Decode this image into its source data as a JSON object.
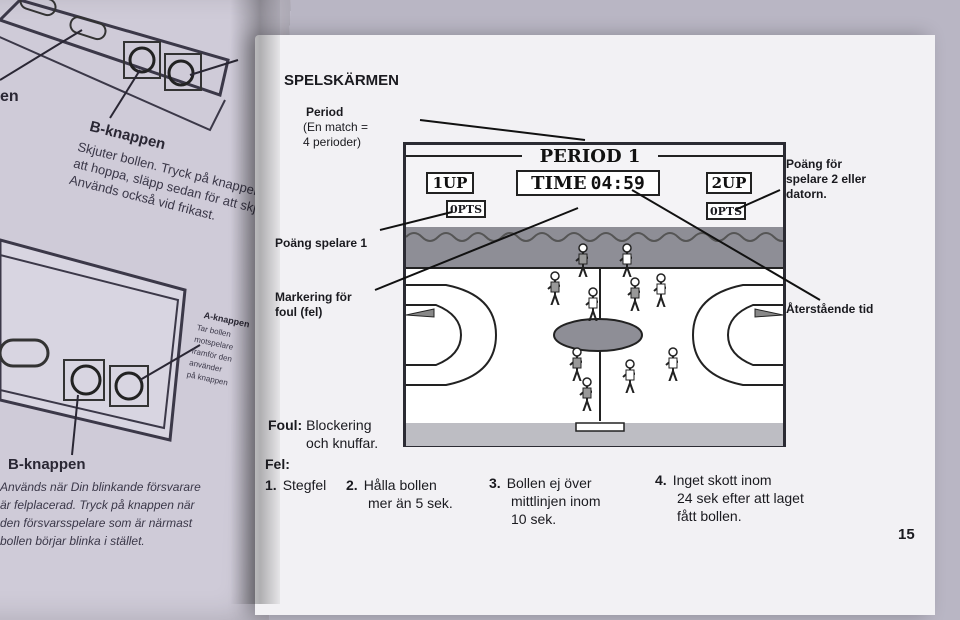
{
  "left_page": {
    "label_top_cut": "en",
    "b_button_title_top": "B-knappen",
    "b_button_desc_top": [
      "Skjuter bollen. Tryck på knappen",
      "att hoppa, släpp sedan för att skjuta",
      "Används också vid frikast."
    ],
    "a_button_title": "A-knappen",
    "a_button_desc": [
      "Tar bollen",
      "motspelare",
      "framför den",
      "använder",
      "på knappen"
    ],
    "b_button_title_bottom": "B-knappen",
    "b_button_desc_bottom": [
      "Används när Din blinkande försvarare",
      "är felplacerad. Tryck på knappen när",
      "den försvarsspelare som är närmast",
      "bollen börjar blinka i stället."
    ]
  },
  "right_page": {
    "section_title": "SPELSKÄRMEN",
    "period_label": "Period",
    "period_note": [
      "(En match =",
      "4 perioder)"
    ],
    "points_p1_label": "Poäng spelare 1",
    "foul_marker_label": [
      "Markering för",
      "foul (fel)"
    ],
    "points_p2_label": [
      "Poäng för",
      "spelare 2 eller",
      "datorn."
    ],
    "time_left_label": "Återstående tid",
    "foul_term": "Foul:",
    "foul_definition": [
      "Blockering",
      "och knuffar."
    ],
    "faults_title": "Fel:",
    "faults": [
      {
        "num": "1.",
        "text": [
          "Stegfel"
        ]
      },
      {
        "num": "2.",
        "text": [
          "Hålla bollen",
          "mer än 5 sek."
        ]
      },
      {
        "num": "3.",
        "text": [
          "Bollen ej över",
          "mittlinjen inom",
          "10 sek."
        ]
      },
      {
        "num": "4.",
        "text": [
          "Inget skott inom",
          "24 sek efter att laget",
          "fått bollen."
        ]
      }
    ],
    "page_number": "15"
  },
  "game_screen": {
    "period_banner": "PERIOD 1",
    "p1_tag": "1UP",
    "p2_tag": "2UP",
    "time_label": "TIME",
    "time_value": "04:59",
    "p1_score": "0",
    "p2_score": "0",
    "pts_suffix": "PTS"
  },
  "colors": {
    "page": "#f2f1f4",
    "screen_ink": "#222222",
    "court_gray": "#bdbdc3",
    "crowd": "#8e8e96",
    "left_page": "#cfcbd8"
  }
}
